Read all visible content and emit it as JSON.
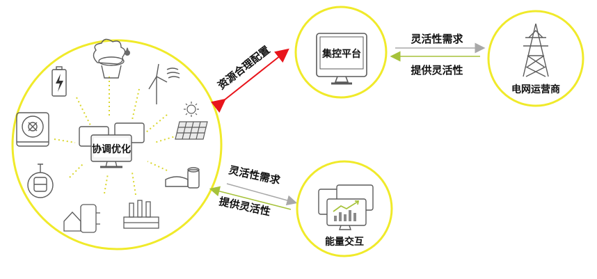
{
  "nodes": {
    "coordination": {
      "label": "协调优化"
    },
    "control_platform": {
      "label": "集控平台"
    },
    "grid_operator": {
      "label": "电网运营商"
    },
    "energy_exchange": {
      "label": "能量交互"
    }
  },
  "links": {
    "resource_allocation": "资源合理配置",
    "top_flex_demand": "灵活性需求",
    "top_flex_supply": "提供灵活性",
    "bottom_flex_demand": "灵活性需求",
    "bottom_flex_supply": "提供灵活性"
  },
  "colors": {
    "circle_stroke": "#f0ea2a",
    "red_arrow": "#e8141b",
    "green_arrow": "#a6c23a",
    "gray_arrow": "#a8a8a8",
    "icon_line": "#5a5a5a",
    "dotted_line": "#d9d62a"
  },
  "icons": [
    "battery-icon",
    "chp-plant-icon",
    "wind-turbine-icon",
    "solar-panel-icon",
    "gas-tank-icon",
    "factory-icon",
    "water-heater-icon",
    "ev-bus-icon",
    "washing-machine-icon",
    "monitor-cluster-icon",
    "computer-icon",
    "transmission-tower-icon",
    "dashboard-monitors-icon"
  ]
}
